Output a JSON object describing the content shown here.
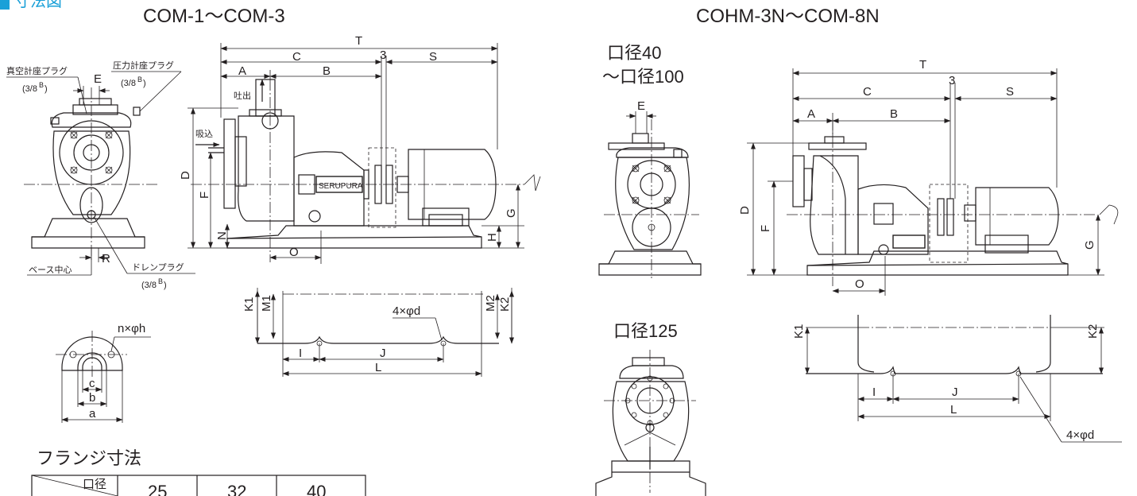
{
  "header": {
    "partial_heading": "寸法図"
  },
  "left": {
    "title": "COM-1～COM-3",
    "callouts": {
      "vacuum_plug": "真空計座プラグ",
      "vacuum_plug_size": "(3/8",
      "pressure_plug": "圧力計座プラグ",
      "pressure_plug_size": "(3/8",
      "discharge": "吐出",
      "suction": "吸込",
      "base_center": "ベース中心",
      "drain_plug": "ドレンプラグ",
      "drain_plug_size": "(3/8",
      "sup_b": "B",
      "paren_close": ")",
      "nameplate": "SERUPURA",
      "bolt": "4×φd",
      "flange_holes": "n×φh"
    },
    "dims": {
      "T": "T",
      "C": "C",
      "three": "3",
      "S": "S",
      "A": "A",
      "B": "B",
      "E": "E",
      "D": "D",
      "F": "F",
      "N": "N",
      "H": "H",
      "G": "G",
      "O": "O",
      "R": "R",
      "K1": "K1",
      "M1": "M1",
      "M2": "M2",
      "K2": "K2",
      "I": "I",
      "J": "J",
      "L": "L",
      "a": "a",
      "b": "b",
      "c": "c"
    },
    "flange_table": {
      "title": "フランジ寸法",
      "header_corner": "口径",
      "columns": [
        "25",
        "32",
        "40"
      ]
    }
  },
  "right": {
    "title": "COHM-3N～COM-8N",
    "bore_label_1": "口径40",
    "bore_label_2": "～口径100",
    "bore_label_3": "口径125",
    "bolt": "4×φd",
    "dims": {
      "T": "T",
      "C": "C",
      "three": "3",
      "S": "S",
      "A": "A",
      "B": "B",
      "E": "E",
      "D": "D",
      "F": "F",
      "G": "G",
      "O": "O",
      "K1": "K1",
      "K2": "K2",
      "I": "I",
      "J": "J",
      "L": "L"
    }
  }
}
